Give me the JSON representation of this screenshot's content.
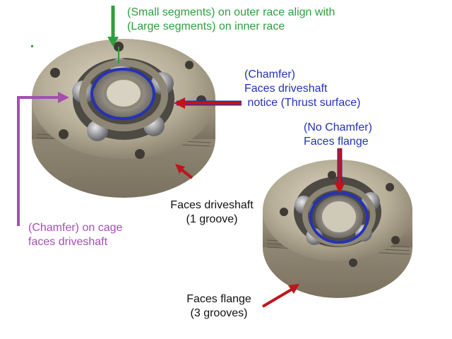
{
  "colors": {
    "green": "#2e9e3f",
    "blue": "#2432b8",
    "purple": "#a34fb0",
    "red": "#c0141c",
    "metal_dark": "#6f6a5e",
    "metal_light": "#cfc7b4"
  },
  "annotations": {
    "top_green": [
      "(Small segments) on outer race align with",
      "(Large segments) on inner race"
    ],
    "chamfer_driveshaft": [
      "(Chamfer)",
      "Faces driveshaft",
      " notice (Thrust surface)"
    ],
    "no_chamfer_flange": [
      "(No Chamfer)",
      "Faces flange"
    ],
    "faces_driveshaft_groove": [
      "Faces driveshaft",
      "(1 groove)"
    ],
    "cage_chamfer": [
      "(Chamfer) on cage",
      "faces driveshaft"
    ],
    "faces_flange_grooves": [
      "Faces flange",
      "(3 grooves)"
    ]
  }
}
